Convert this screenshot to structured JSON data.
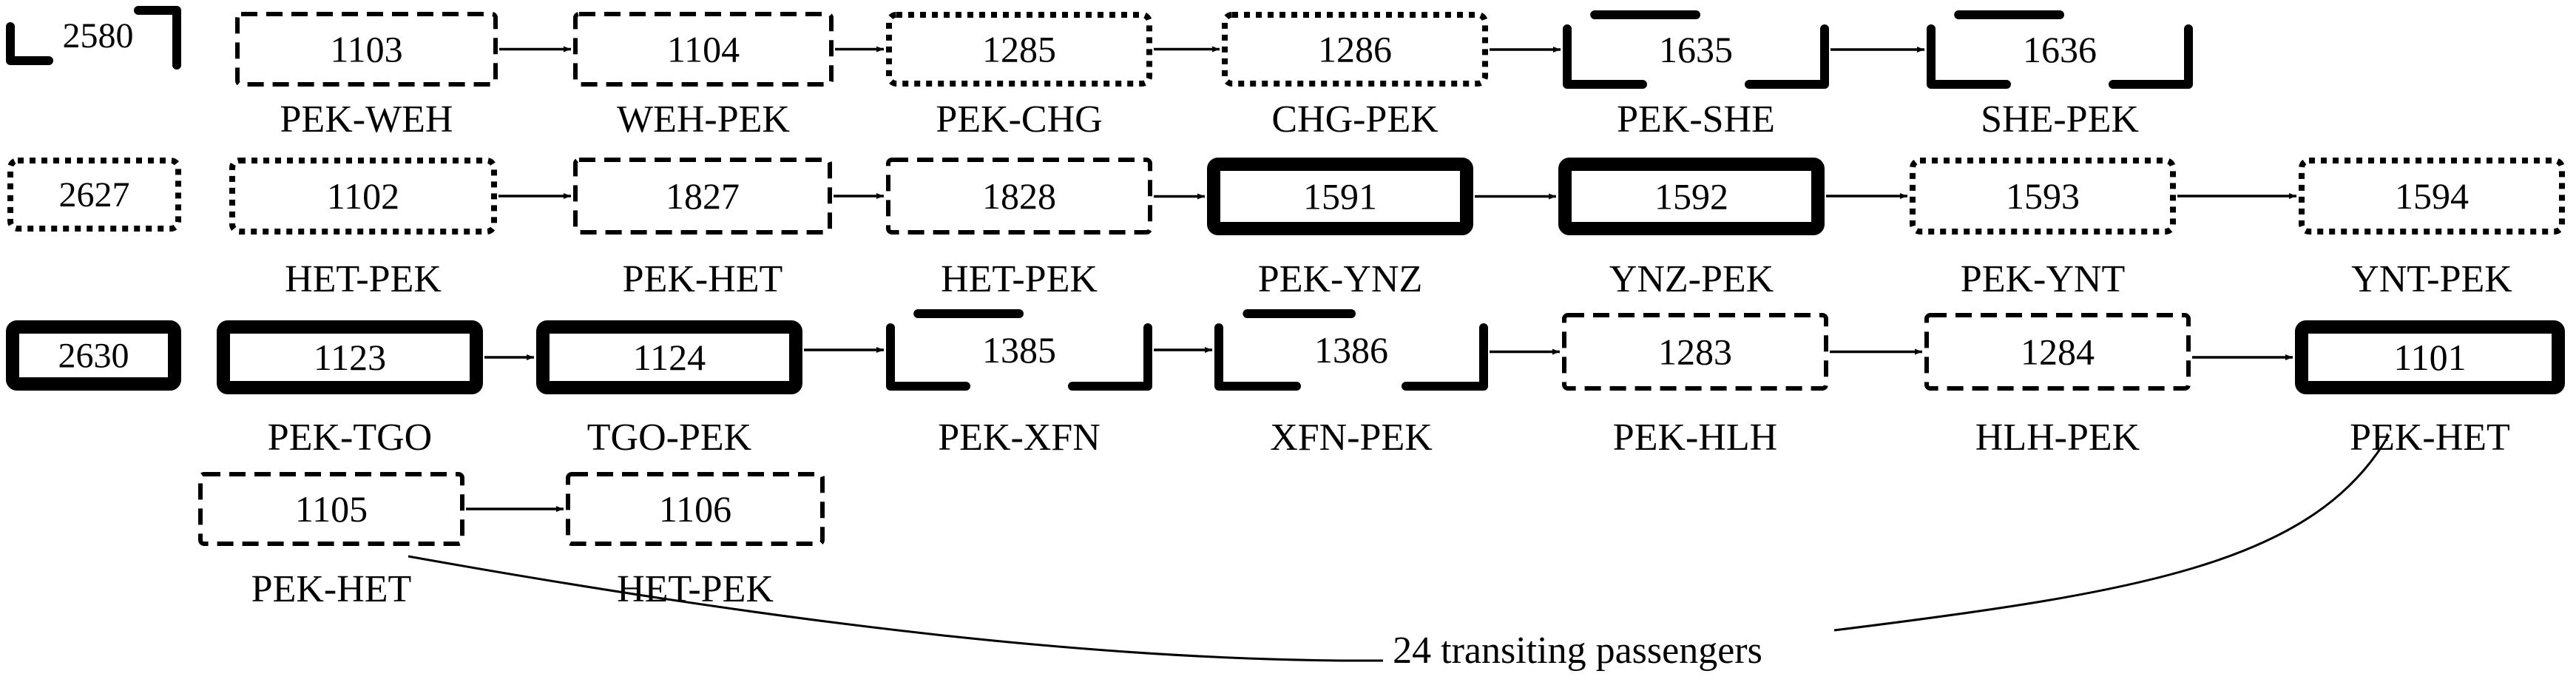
{
  "aircraft": [
    {
      "id": "2580",
      "style": "corner"
    },
    {
      "id": "2627",
      "style": "dotted"
    },
    {
      "id": "2630",
      "style": "bold"
    }
  ],
  "flights": [
    {
      "id": "f1103",
      "number": "1103",
      "route": "PEK-WEH",
      "style": "dashed"
    },
    {
      "id": "f1104",
      "number": "1104",
      "route": "WEH-PEK",
      "style": "dashed"
    },
    {
      "id": "f1285",
      "number": "1285",
      "route": "PEK-CHG",
      "style": "dotted"
    },
    {
      "id": "f1286",
      "number": "1286",
      "route": "CHG-PEK",
      "style": "dotted"
    },
    {
      "id": "f1635",
      "number": "1635",
      "route": "PEK-SHE",
      "style": "bracket"
    },
    {
      "id": "f1636",
      "number": "1636",
      "route": "SHE-PEK",
      "style": "bracket"
    },
    {
      "id": "f1102",
      "number": "1102",
      "route": "HET-PEK",
      "style": "dotted"
    },
    {
      "id": "f1827",
      "number": "1827",
      "route": "PEK-HET",
      "style": "dashed"
    },
    {
      "id": "f1828",
      "number": "1828",
      "route": "HET-PEK",
      "style": "dashed"
    },
    {
      "id": "f1591",
      "number": "1591",
      "route": "PEK-YNZ",
      "style": "bold"
    },
    {
      "id": "f1592",
      "number": "1592",
      "route": "YNZ-PEK",
      "style": "bold"
    },
    {
      "id": "f1593",
      "number": "1593",
      "route": "PEK-YNT",
      "style": "dotted"
    },
    {
      "id": "f1594",
      "number": "1594",
      "route": "YNT-PEK",
      "style": "dotted"
    },
    {
      "id": "f1123",
      "number": "1123",
      "route": "PEK-TGO",
      "style": "bold"
    },
    {
      "id": "f1124",
      "number": "1124",
      "route": "TGO-PEK",
      "style": "bold"
    },
    {
      "id": "f1385",
      "number": "1385",
      "route": "PEK-XFN",
      "style": "bracket"
    },
    {
      "id": "f1386",
      "number": "1386",
      "route": "XFN-PEK",
      "style": "bracket"
    },
    {
      "id": "f1283",
      "number": "1283",
      "route": "PEK-HLH",
      "style": "dashed"
    },
    {
      "id": "f1284",
      "number": "1284",
      "route": "HLH-PEK",
      "style": "dashed"
    },
    {
      "id": "f1101",
      "number": "1101",
      "route": "PEK-HET",
      "style": "bold"
    },
    {
      "id": "f1105",
      "number": "1105",
      "route": "PEK-HET",
      "style": "dashed"
    },
    {
      "id": "f1106",
      "number": "1106",
      "route": "HET-PEK",
      "style": "dashed"
    }
  ],
  "connections": [
    [
      "f1103",
      "f1104"
    ],
    [
      "f1104",
      "f1285"
    ],
    [
      "f1285",
      "f1286"
    ],
    [
      "f1286",
      "f1635"
    ],
    [
      "f1635",
      "f1636"
    ],
    [
      "f1102",
      "f1827"
    ],
    [
      "f1827",
      "f1828"
    ],
    [
      "f1828",
      "f1591"
    ],
    [
      "f1591",
      "f1592"
    ],
    [
      "f1592",
      "f1593"
    ],
    [
      "f1593",
      "f1594"
    ],
    [
      "f1123",
      "f1124"
    ],
    [
      "f1124",
      "f1385"
    ],
    [
      "f1385",
      "f1386"
    ],
    [
      "f1386",
      "f1283"
    ],
    [
      "f1283",
      "f1284"
    ],
    [
      "f1284",
      "f1101"
    ],
    [
      "f1105",
      "f1106"
    ]
  ],
  "annotation": {
    "text": "24 transiting passengers",
    "links": [
      "f1105",
      "f1101"
    ]
  }
}
